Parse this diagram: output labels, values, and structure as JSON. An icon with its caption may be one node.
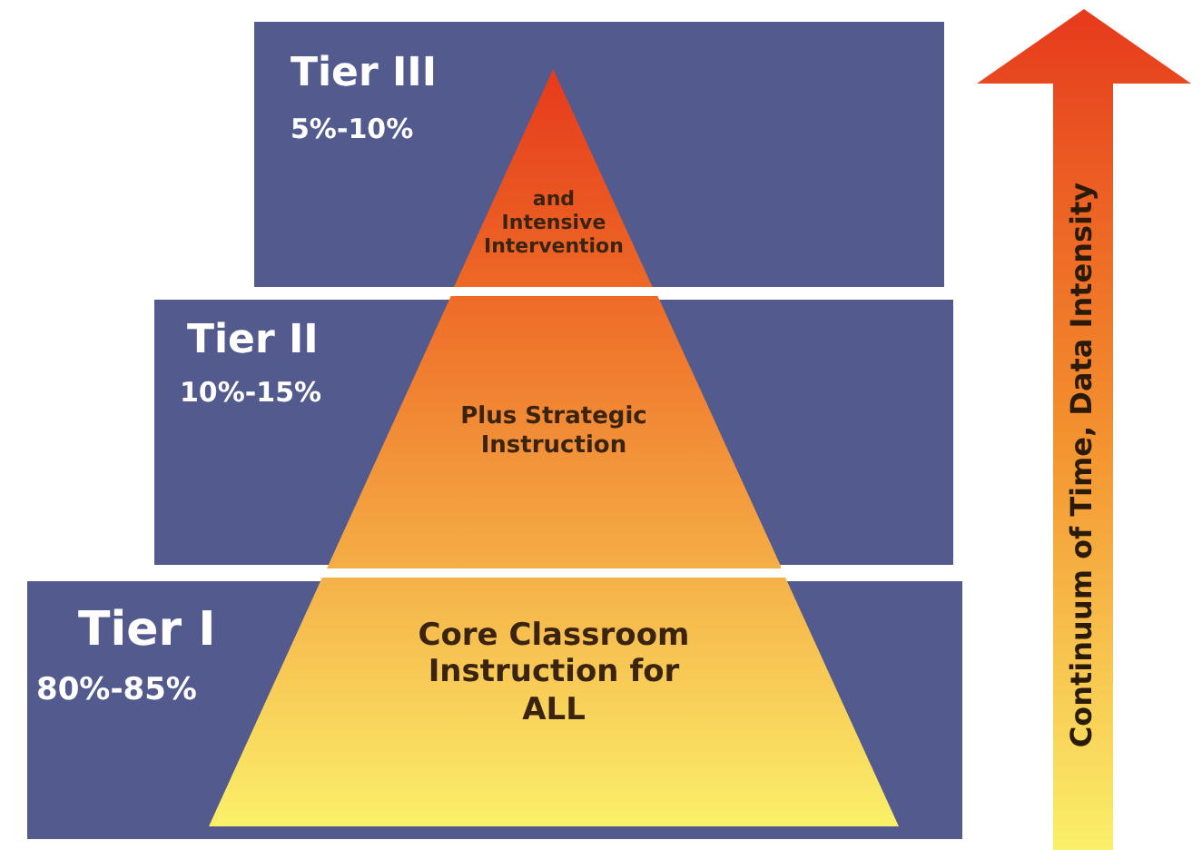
{
  "diagram": {
    "nodes": [
      {
        "text": [
          "Tier III",
          "5%-10%"
        ]
      },
      {
        "text": [
          "and Intensive Intervention"
        ],
        "in": 0
      },
      {
        "text": [
          "Tier II",
          "10%-15%"
        ]
      },
      {
        "text": [
          "Plus Strategic Instruction"
        ],
        "in": 2
      },
      {
        "text": [
          "Tier I",
          "80%-85%"
        ]
      },
      {
        "text": [
          "Core Classroom Instruction for ALL"
        ],
        "in": 4
      }
    ],
    "labels": [
      "Continuum of Time, Data Intensity"
    ]
  }
}
